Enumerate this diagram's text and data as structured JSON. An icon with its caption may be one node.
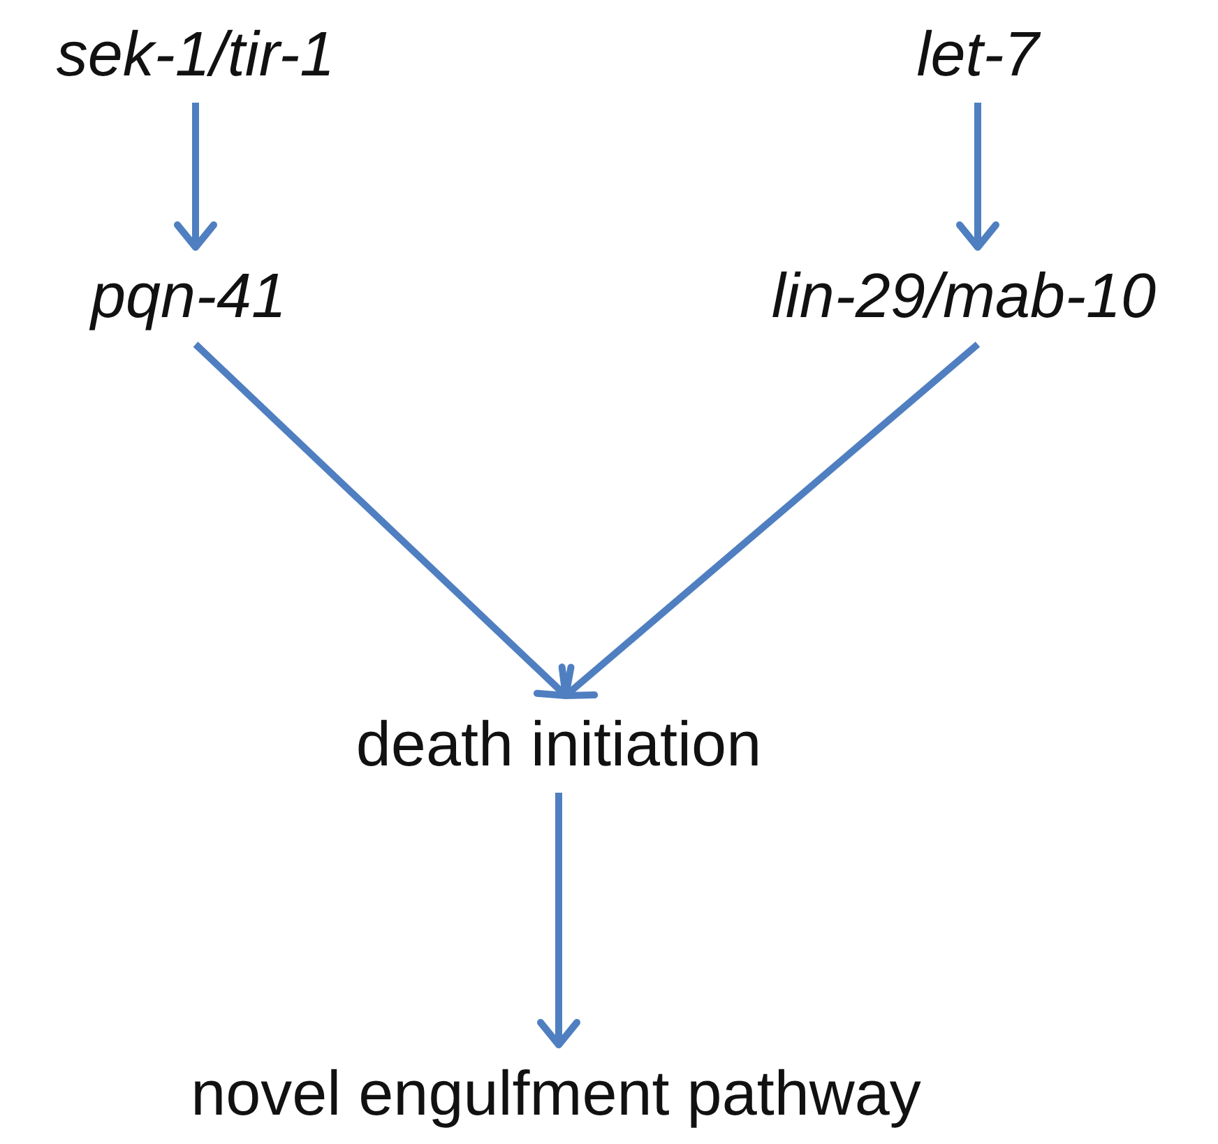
{
  "diagram": {
    "nodes": [
      {
        "text": [
          "sek-1/tir-1"
        ]
      },
      {
        "text": [
          "let-7"
        ]
      },
      {
        "text": [
          "pqn-41"
        ]
      },
      {
        "text": [
          "lin-29/mab-10"
        ]
      },
      {
        "text": [
          "death initiation"
        ]
      },
      {
        "text": [
          "novel engulfment pathway"
        ]
      }
    ],
    "edges": [
      {
        "from": 0,
        "to": 2,
        "arrow": "to"
      },
      {
        "from": 1,
        "to": 3,
        "arrow": "to"
      },
      {
        "from": 2,
        "to": 4,
        "arrow": "to"
      },
      {
        "from": 3,
        "to": 4,
        "arrow": "to"
      },
      {
        "from": 4,
        "to": 5,
        "arrow": "to"
      }
    ]
  }
}
